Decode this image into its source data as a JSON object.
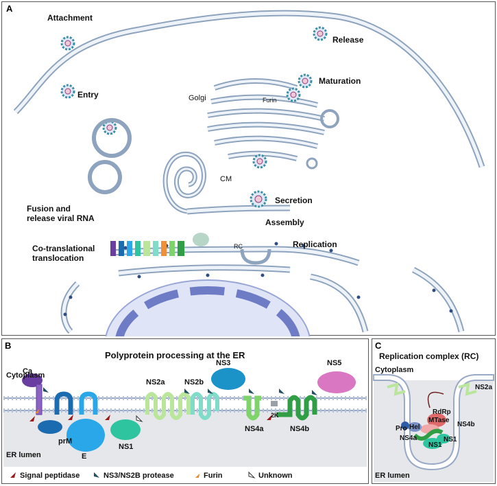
{
  "panelA": {
    "label": "A",
    "labels": {
      "attachment": "Attachment",
      "release": "Release",
      "maturation": "Maturation",
      "entry": "Entry",
      "golgi": "Golgi",
      "furin": "Furin",
      "cm": "CM",
      "secretion": "Secretion",
      "fusion": "Fusion and\nrelease viral RNA",
      "assembly": "Assembly",
      "cotrans": "Co-translational\ntranslocation",
      "rc": "RC",
      "replication": "Replication"
    }
  },
  "panelB": {
    "label": "B",
    "title": "Polyprotein processing at the ER",
    "cytoplasm": "Cytoplasm",
    "er_lumen": "ER lumen",
    "proteins": {
      "ca": "Ca",
      "prm": "prM",
      "e": "E",
      "ns1": "NS1",
      "ns2a": "NS2a",
      "ns2b": "NS2b",
      "ns3": "NS3",
      "ns4a": "NS4a",
      "k2": "2K",
      "ns4b": "NS4b",
      "ns5": "NS5"
    },
    "legend": {
      "signal": "Signal peptidase",
      "ns3": "NS3/NS2B protease",
      "furin": "Furin",
      "unknown": "Unknown"
    },
    "colors": {
      "signal": "#9b1c1c",
      "ns3": "#1f4e66",
      "furin": "#e8892a",
      "ca": "#6a3ea1",
      "prm": "#1b6bb0",
      "e": "#2aa7e8",
      "ns1": "#2ec4a0",
      "ns2a": "#b9e69a",
      "ns2b": "#7fdcc9",
      "ns3_box": "#1b93c9",
      "ns4a": "#7ed36a",
      "ns4b": "#2f9e44",
      "ns5": "#d977c3"
    }
  },
  "panelC": {
    "label": "C",
    "title": "Replication complex (RC)",
    "cytoplasm": "Cytoplasm",
    "er_lumen": "ER lumen",
    "labels": {
      "ns2a": "NS2a",
      "rdrp": "RdRp",
      "mtase": "MTase",
      "pro": "Pro",
      "hel": "Hel",
      "ns4b": "NS4b",
      "ns4a": "NS4a",
      "ns1a": "NS1",
      "ns1b": "NS1"
    }
  }
}
